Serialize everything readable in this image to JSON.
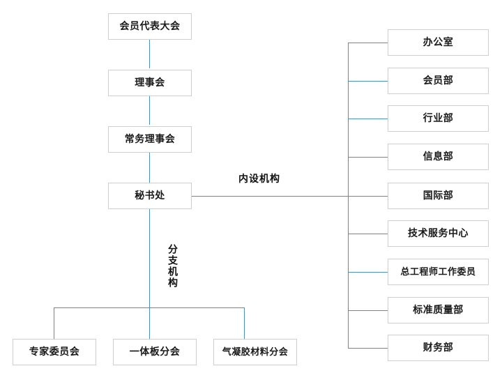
{
  "diagram": {
    "type": "org-chart",
    "title_present": false,
    "line_color": "#4b8fc7",
    "box_border_color": "#cfcfcf",
    "box_fill_color": "#ffffff",
    "text_color": "#1a1a1a",
    "hierarchy": {
      "main_chain": [
        {
          "id": "assembly",
          "label": "会员代表大会"
        },
        {
          "id": "council",
          "label": "理事会"
        },
        {
          "id": "standing",
          "label": "常务理事会"
        },
        {
          "id": "secretariat",
          "label": "秘书处"
        }
      ],
      "edge_labels": [
        {
          "id": "internal-departments",
          "label": "内设机构",
          "orientation": "horizontal"
        },
        {
          "id": "branch-organizations",
          "label": "分支机构",
          "orientation": "vertical"
        }
      ],
      "internal_departments": [
        {
          "id": "office",
          "label": "办公室"
        },
        {
          "id": "membership",
          "label": "会员部"
        },
        {
          "id": "industry",
          "label": "行业部"
        },
        {
          "id": "information",
          "label": "信息部"
        },
        {
          "id": "international",
          "label": "国际部"
        },
        {
          "id": "tech-service",
          "label": "技术服务中心"
        },
        {
          "id": "chief-engineer",
          "label": "总工程师工作委员"
        },
        {
          "id": "standard-quality",
          "label": "标准质量部"
        },
        {
          "id": "finance",
          "label": "财务部"
        }
      ],
      "branch_organizations": [
        {
          "id": "expert-committee",
          "label": "专家委员会"
        },
        {
          "id": "integrated-board",
          "label": "一体板分会"
        },
        {
          "id": "aerogel-material",
          "label": "气凝胶材料分会"
        }
      ]
    }
  }
}
